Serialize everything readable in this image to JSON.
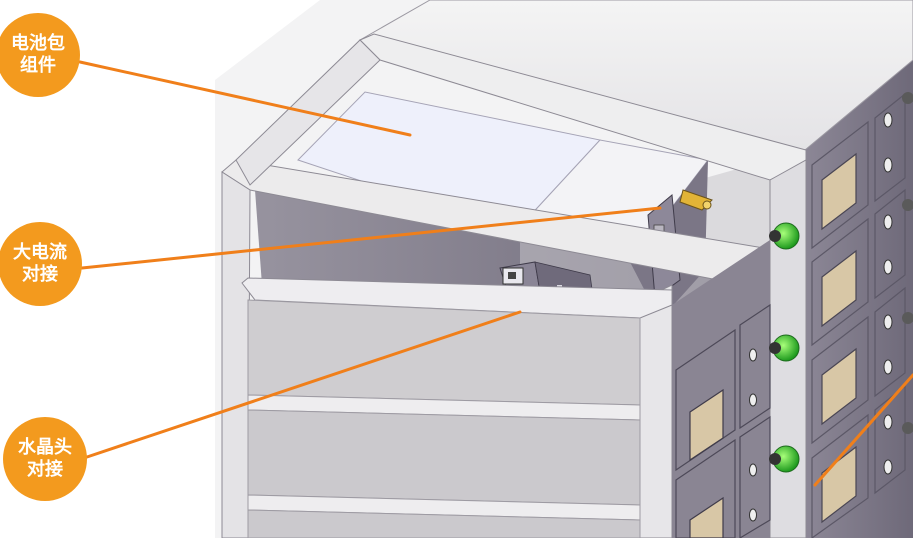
{
  "callouts": {
    "battery_pack": "电池包组件",
    "high_current": "大电流对接",
    "crystal_head": "水晶头对接"
  },
  "colors": {
    "callout_fill": "#f39a1e",
    "leader_line": "#f07f1a",
    "frame_light": "#ecebec",
    "frame_mid": "#cfcdd0",
    "frame_dark": "#9e9ba3",
    "cabinet_panel": "#8a8593",
    "battery_top": "#eef0fb",
    "indicator_green": "#2fb52f"
  },
  "icons": [
    "green-knob-icon",
    "keyhole-icon",
    "ventilation-slot-icon"
  ]
}
